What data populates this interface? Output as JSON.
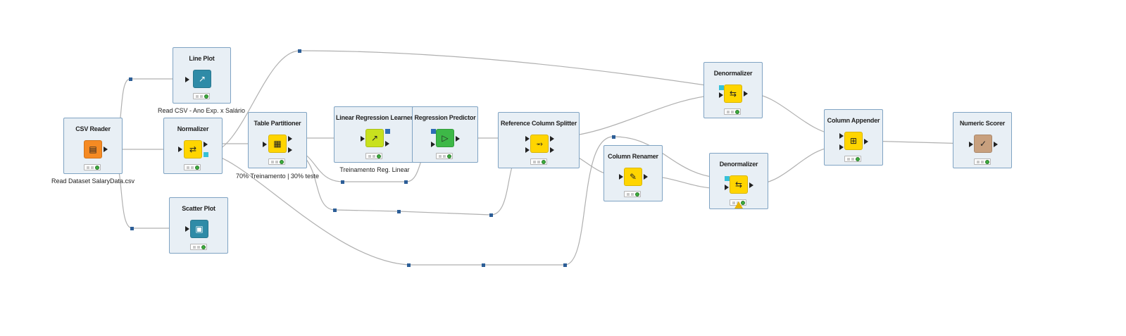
{
  "workflow": {
    "nodes": {
      "csv_reader": {
        "title": "CSV Reader",
        "annotation": "Read Dataset SalaryData.csv",
        "color": "#f58a23"
      },
      "line_plot": {
        "title": "Line Plot",
        "annotation": "Read CSV - Ano  Exp. x Salário",
        "color": "#2f8ba7"
      },
      "normalizer": {
        "title": "Normalizer",
        "annotation": "",
        "color": "#ffd500"
      },
      "scatter_plot": {
        "title": "Scatter Plot",
        "annotation": "",
        "color": "#2f8ba7"
      },
      "table_partitioner": {
        "title": "Table Partitioner",
        "annotation": "70% Treinamento | 30% teste",
        "color": "#ffd500"
      },
      "lin_reg_learner": {
        "title": "Linear Regression Learner",
        "annotation": "Treinamento Reg. Linear",
        "color": "#c8e11e"
      },
      "reg_predictor": {
        "title": "Regression Predictor",
        "annotation": "",
        "color": "#3db847"
      },
      "ref_col_splitter": {
        "title": "Reference Column Splitter",
        "annotation": "",
        "color": "#ffd500"
      },
      "denormalizer_top": {
        "title": "Denormalizer",
        "annotation": "",
        "color": "#ffd500"
      },
      "column_renamer": {
        "title": "Column Renamer",
        "annotation": "",
        "color": "#ffd500"
      },
      "denormalizer_bot": {
        "title": "Denormalizer",
        "annotation": "",
        "color": "#ffd500"
      },
      "column_appender": {
        "title": "Column Appender",
        "annotation": "",
        "color": "#ffd500"
      },
      "numeric_scorer": {
        "title": "Numeric Scorer",
        "annotation": "",
        "color": "#c8a07e"
      }
    },
    "icons": {
      "csv_reader": "file-reader-icon",
      "line_plot": "line-chart-icon",
      "normalizer": "normalize-icon",
      "scatter_plot": "scatter-chart-icon",
      "table_partitioner": "table-split-icon",
      "lin_reg_learner": "regression-learner-icon",
      "reg_predictor": "predictor-play-icon",
      "ref_col_splitter": "column-split-icon",
      "denormalizer_top": "denormalize-icon",
      "column_renamer": "rename-icon",
      "denormalizer_bot": "denormalize-icon",
      "column_appender": "column-append-icon",
      "numeric_scorer": "scorer-icon"
    },
    "colors": {
      "node_bg": "#e8eff5",
      "node_border": "#7fa3c3",
      "wire": "#b0b0b0",
      "bendpoint": "#2c5e97",
      "model_port": "#2e6db5",
      "normalizer_port": "#37c1d8",
      "status_green": "#3dac3d",
      "warning": "#e9b300"
    }
  }
}
